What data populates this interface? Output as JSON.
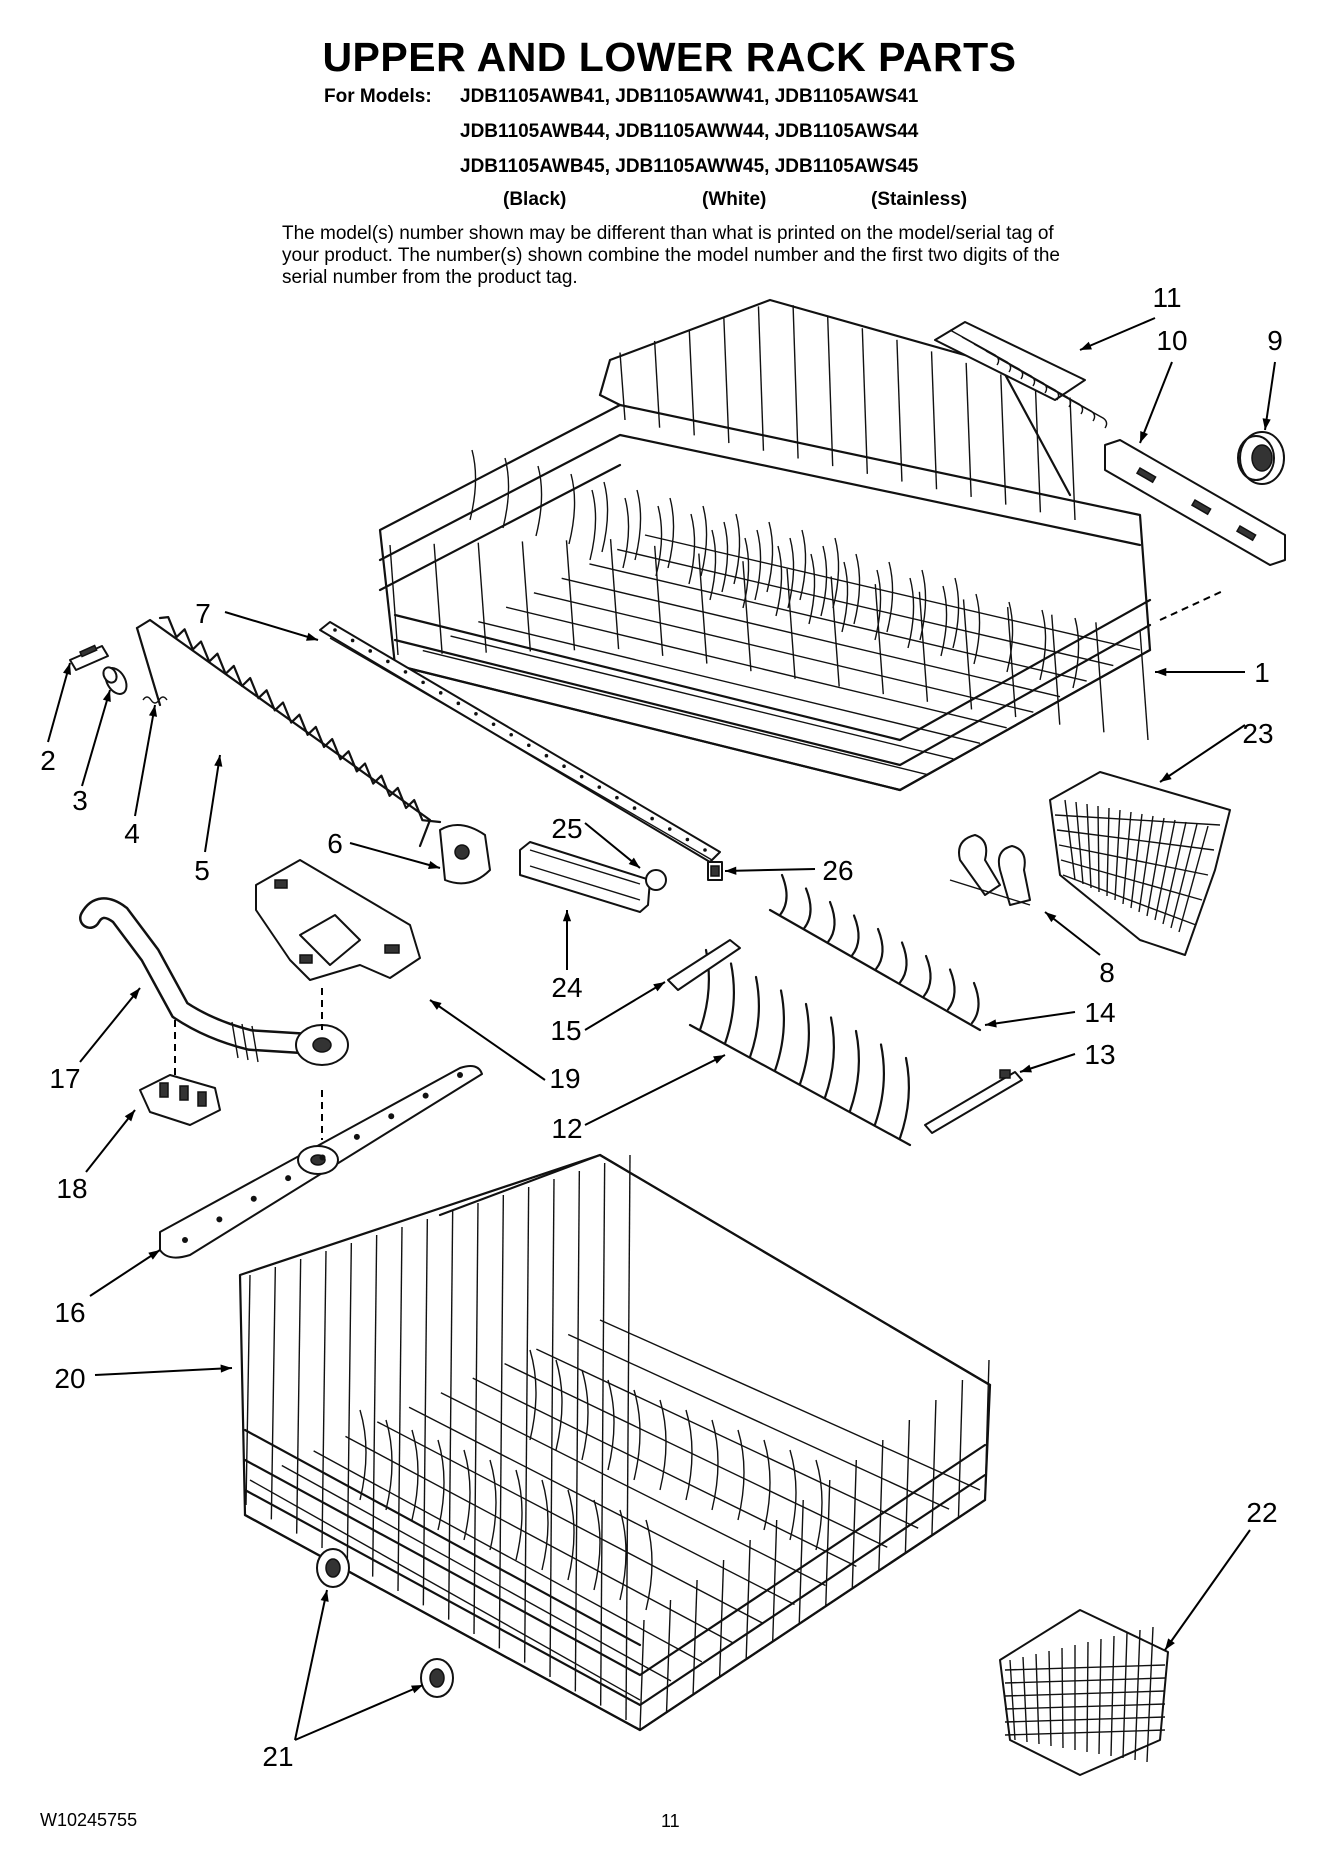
{
  "title": "UPPER AND LOWER RACK PARTS",
  "models": {
    "prefix": "For Models:",
    "line1": "JDB1105AWB41, JDB1105AWW41, JDB1105AWS41",
    "line2": "JDB1105AWB44, JDB1105AWW44, JDB1105AWS44",
    "line3": "JDB1105AWB45, JDB1105AWW45, JDB1105AWS45",
    "colors": [
      "(Black)",
      "(White)",
      "(Stainless)"
    ]
  },
  "note": "The model(s) number shown may be different than what is printed on the model/serial tag of your product. The number(s) shown combine the model number and the first two digits of the serial number from the product tag.",
  "callouts": [
    "1",
    "2",
    "3",
    "4",
    "5",
    "6",
    "7",
    "8",
    "9",
    "10",
    "11",
    "12",
    "13",
    "14",
    "15",
    "16",
    "17",
    "18",
    "19",
    "20",
    "21",
    "22",
    "23",
    "24",
    "25",
    "26"
  ],
  "footer": {
    "doc_number": "W10245755",
    "page_number": "11"
  }
}
